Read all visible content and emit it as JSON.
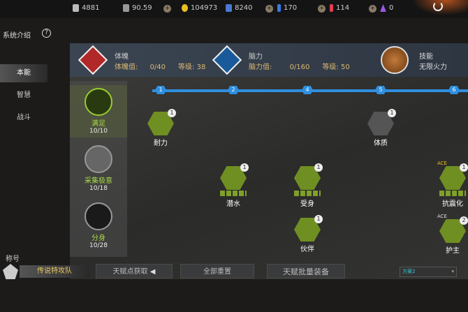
{
  "resources": [
    {
      "icon": "bullet-icon",
      "value": "4881"
    },
    {
      "icon": "card-icon",
      "value": "90.59"
    },
    {
      "icon": "gold-coin-icon",
      "value": "104973",
      "plus": true
    },
    {
      "icon": "blue-card-icon",
      "value": "8240"
    },
    {
      "icon": "blue-potion-icon",
      "value": "170",
      "plus": true
    },
    {
      "icon": "red-potion-icon",
      "value": "114",
      "plus": true
    },
    {
      "icon": "purple-gem-icon",
      "value": "0",
      "plus": true
    }
  ],
  "sidebar": {
    "title": "系统介绍",
    "help": "?",
    "items": [
      {
        "label": "本能",
        "selected": true
      },
      {
        "label": "智慧"
      },
      {
        "label": "战斗"
      }
    ]
  },
  "header": {
    "body": {
      "name": "体魄",
      "value_label": "体魄值:",
      "value": "0/40",
      "level_label": "等级:",
      "level": "38"
    },
    "brain": {
      "name": "脑力",
      "value_label": "脑力值:",
      "value": "0/160",
      "level_label": "等级:",
      "level": "50"
    },
    "skill": {
      "name": "技能",
      "value": "无限火力"
    }
  },
  "categories": [
    {
      "name": "满足",
      "count": "10/10"
    },
    {
      "name": "采集极意",
      "count": "10/18"
    },
    {
      "name": "分身",
      "count": "10/28"
    }
  ],
  "tiers": [
    "1",
    "2",
    "4",
    "5",
    "6"
  ],
  "talents": [
    {
      "name": "耐力",
      "level": "1"
    },
    {
      "name": "潜水",
      "level": "1"
    },
    {
      "name": "受身",
      "level": "1"
    },
    {
      "name": "伙伴",
      "level": "1"
    },
    {
      "name": "体质",
      "level": "1"
    },
    {
      "name": "抗震化",
      "level": "1",
      "tag": "ACE"
    },
    {
      "name": "护主",
      "level": "2",
      "tag": "ACE"
    }
  ],
  "footer": {
    "title_label": "称号",
    "title_value": "传说特攻队",
    "get_points": "天赋点获取",
    "reset_all": "全部重置",
    "batch_equip": "天赋批量装备",
    "preset": "方案2"
  },
  "colors": {
    "accent": "#2f8fe0",
    "talent_green": "#7fa02a"
  }
}
